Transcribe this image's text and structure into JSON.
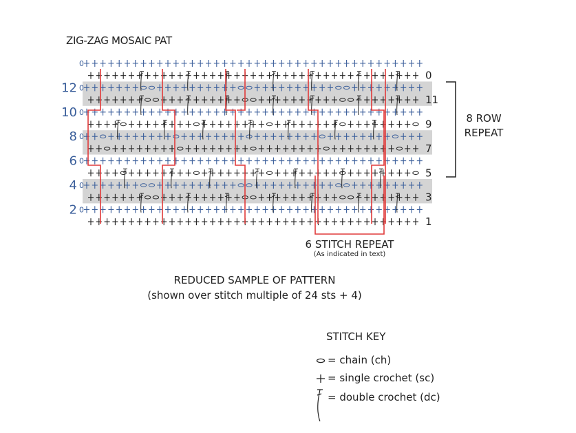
{
  "title": "ZIG-ZAG MOSAIC PAT",
  "left_row_numbers": [
    "12",
    "10",
    "8",
    "6",
    "4",
    "2"
  ],
  "left_row_zeros": [
    "0",
    "0",
    "0",
    "0",
    "0",
    "0",
    "0"
  ],
  "right_row_numbers": [
    "0",
    "11",
    "9",
    "7",
    "5",
    "3",
    "1"
  ],
  "repeat_8": {
    "line1": "8 ROW",
    "line2": "REPEAT"
  },
  "repeat_6": {
    "label": "6 STITCH REPEAT",
    "note": "(As indicated in text)"
  },
  "reduced_sample": {
    "line1": "REDUCED SAMPLE OF PATTERN",
    "line2": "(shown over stitch multiple of 24 sts + 4)"
  },
  "stitch_key": {
    "title": "STITCH KEY",
    "items": [
      {
        "symbol": "chain-symbol",
        "label": "= chain (ch)"
      },
      {
        "symbol": "single-crochet-symbol",
        "label": "= single crochet (sc)"
      },
      {
        "symbol": "double-crochet-symbol",
        "label": "= double crochet (dc)"
      }
    ]
  },
  "colors": {
    "blue": "#3b5f9b",
    "dark": "#222222",
    "band": "#d4d4d4",
    "red": "#e03a3a"
  }
}
